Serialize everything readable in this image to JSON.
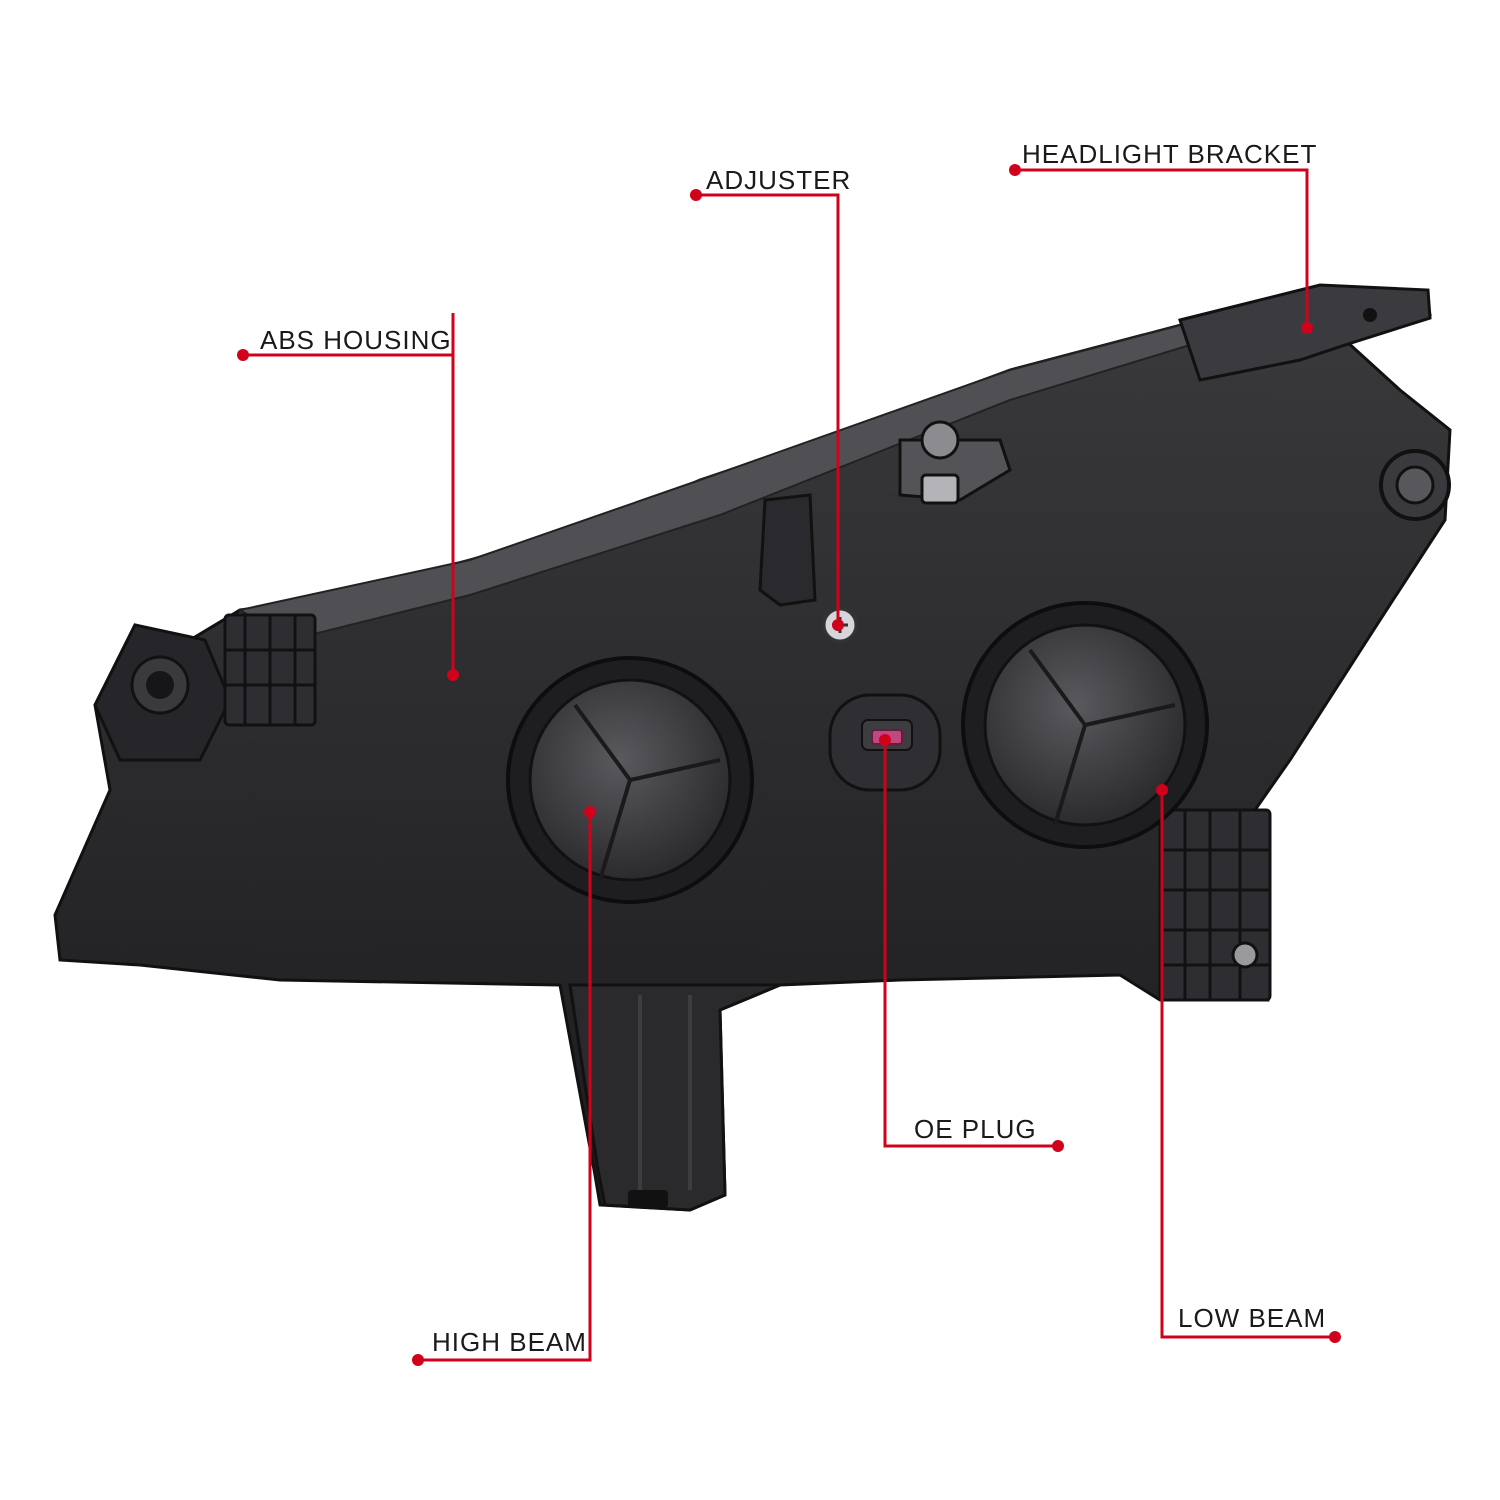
{
  "colors": {
    "background": "#ffffff",
    "leader": "#d0021b",
    "label_text": "#1a1a1a",
    "housing": "#2a2a2c",
    "plug_accent": "#c0487e"
  },
  "callouts": {
    "headlight_bracket": "HEADLIGHT BRACKET",
    "adjuster": "ADJUSTER",
    "abs_housing": "ABS HOUSING",
    "oe_plug": "OE PLUG",
    "high_beam": "HIGH BEAM",
    "low_beam": "LOW BEAM"
  }
}
